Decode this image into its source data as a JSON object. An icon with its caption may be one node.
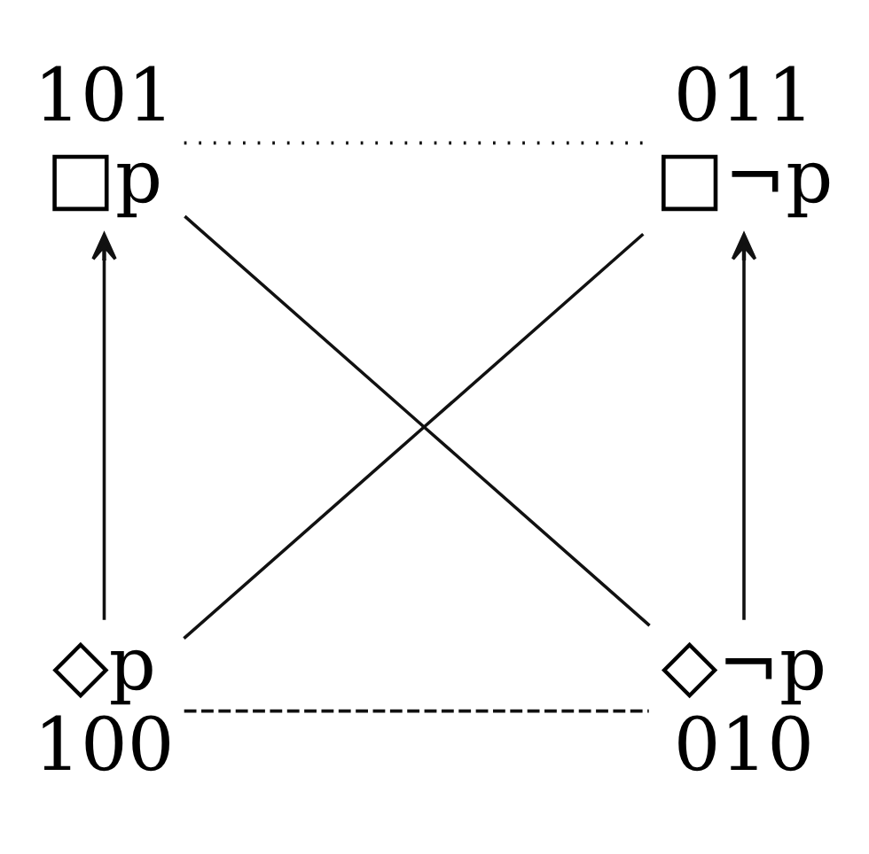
{
  "diagram": {
    "nodes": [
      {
        "text": [
          "101",
          "□p"
        ]
      },
      {
        "text": [
          "011",
          "□¬p"
        ]
      },
      {
        "text": [
          "◇p",
          "100"
        ]
      },
      {
        "text": [
          "◇¬p",
          "010"
        ]
      }
    ],
    "edges": [
      {
        "from": 0,
        "to": 1,
        "arrow": "none",
        "style": "dashed"
      },
      {
        "from": 2,
        "to": 0,
        "arrow": "to"
      },
      {
        "from": 0,
        "to": 3,
        "arrow": "none"
      },
      {
        "from": 1,
        "to": 2,
        "arrow": "none"
      },
      {
        "from": 3,
        "to": 1,
        "arrow": "to"
      },
      {
        "from": 2,
        "to": 3,
        "arrow": "none",
        "style": "dashed"
      }
    ]
  }
}
